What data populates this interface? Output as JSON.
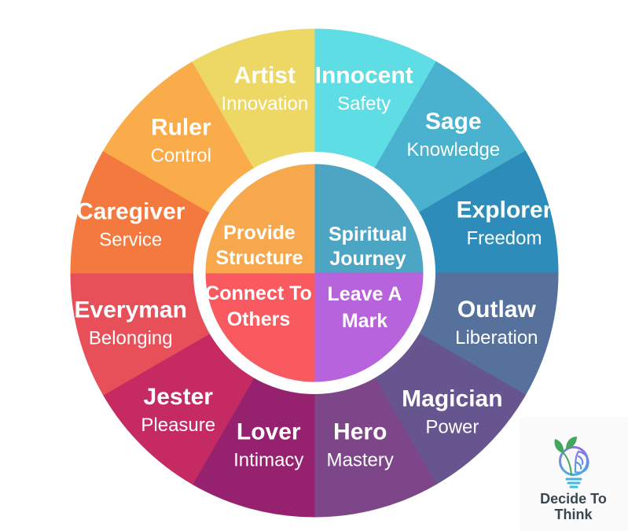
{
  "page": {
    "background_color": "#FFFFFF"
  },
  "wheel": {
    "type": "archetype-wheel",
    "text_color": "#FFFFFF",
    "ring_color": "#FFFFFF",
    "segments": [
      {
        "id": "innocent",
        "title": "Innocent",
        "subtitle": "Safety",
        "color": "#5EDDE4"
      },
      {
        "id": "sage",
        "title": "Sage",
        "subtitle": "Knowledge",
        "color": "#4AB2CE"
      },
      {
        "id": "explorer",
        "title": "Explorer",
        "subtitle": "Freedom",
        "color": "#2E8CBA"
      },
      {
        "id": "outlaw",
        "title": "Outlaw",
        "subtitle": "Liberation",
        "color": "#55719C"
      },
      {
        "id": "magician",
        "title": "Magician",
        "subtitle": "Power",
        "color": "#675590"
      },
      {
        "id": "hero",
        "title": "Hero",
        "subtitle": "Mastery",
        "color": "#7D4689"
      },
      {
        "id": "lover",
        "title": "Lover",
        "subtitle": "Intimacy",
        "color": "#96226F"
      },
      {
        "id": "jester",
        "title": "Jester",
        "subtitle": "Pleasure",
        "color": "#C52B62"
      },
      {
        "id": "everyman",
        "title": "Everyman",
        "subtitle": "Belonging",
        "color": "#E85059"
      },
      {
        "id": "caregiver",
        "title": "Caregiver",
        "subtitle": "Service",
        "color": "#F4793F"
      },
      {
        "id": "ruler",
        "title": "Ruler",
        "subtitle": "Control",
        "color": "#F9AC49"
      },
      {
        "id": "artist",
        "title": "Artist",
        "subtitle": "Innovation",
        "color": "#EDD765"
      }
    ],
    "quadrants": [
      {
        "id": "spiritual-journey",
        "lines": [
          "Spiritual",
          "Journey"
        ],
        "color": "#4DA5C4"
      },
      {
        "id": "leave-a-mark",
        "lines": [
          "Leave A",
          "Mark"
        ],
        "color": "#B763DB"
      },
      {
        "id": "connect-to-others",
        "lines": [
          "Connect To",
          "Others"
        ],
        "color": "#F95A5F"
      },
      {
        "id": "provide-structure",
        "lines": [
          "Provide",
          "Structure"
        ],
        "color": "#F7A84D"
      }
    ]
  },
  "logo": {
    "line1": "Decide To",
    "line2": "Think",
    "text_color": "#3A4750",
    "bulb_gradient_top": "#9C61E4",
    "bulb_gradient_bottom": "#2EC7DF",
    "leaf_color": "#43A65F",
    "background": "#FBFBFB"
  }
}
